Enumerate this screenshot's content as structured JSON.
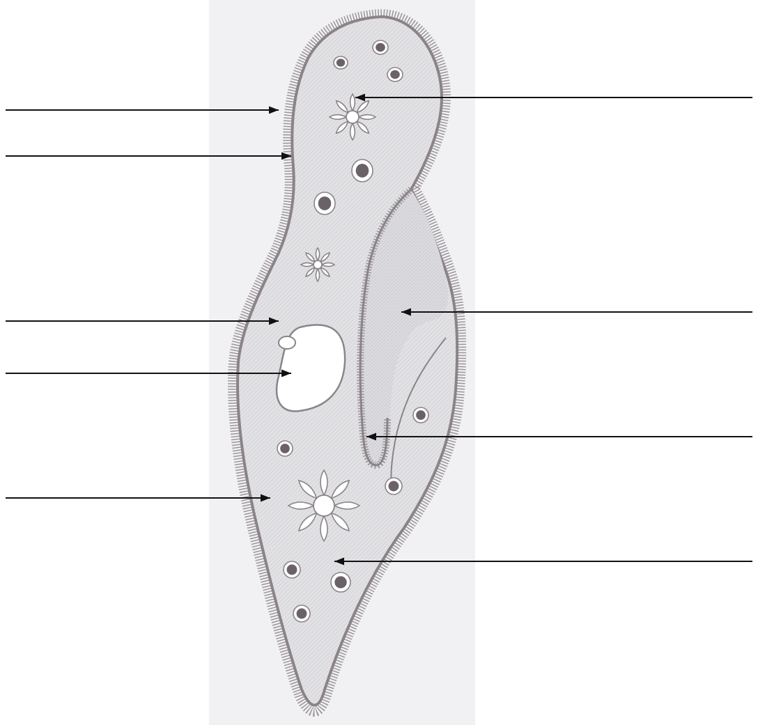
{
  "diagram": {
    "subject": "paramecium",
    "palette": {
      "background": "#ffffff",
      "paper": "#f1f1f3",
      "cell_fill": "#e4e4e6",
      "outline": "#8a8488",
      "cilia": "#9a9498",
      "vacuole_fill": "#ffffff",
      "granule_fill": "#6b6268",
      "arrow": "#111111"
    },
    "left_pointers": [
      {
        "id": "cilia"
      },
      {
        "id": "pellicle"
      },
      {
        "id": "cytoplasm-upper"
      },
      {
        "id": "food-vacuole"
      },
      {
        "id": "cytoplasm-lower"
      }
    ],
    "right_pointers": [
      {
        "id": "contractile-vacuole-anterior"
      },
      {
        "id": "oral-groove"
      },
      {
        "id": "gullet"
      },
      {
        "id": "granule-region"
      }
    ],
    "label_texts": []
  }
}
